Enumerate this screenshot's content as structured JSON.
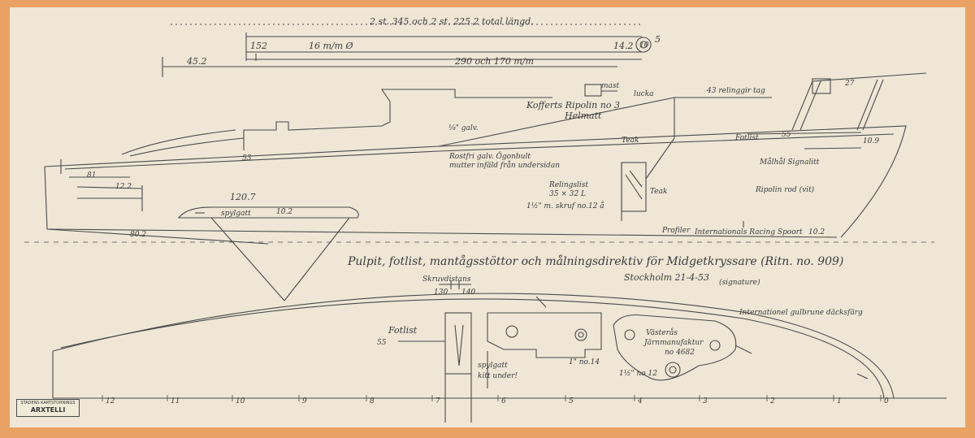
{
  "title": "Pulpit, fotlist, mantågsstöttor och målningsdirektiv för Midgetkryssare (Ritn. no. 909)",
  "place_date": "Stockholm 21-4-53",
  "signature": "(signature)",
  "top": {
    "heading": "2 st. 345 och 2 st. 225.2 total längd.",
    "d152": "152",
    "d16": "16 m/m Ø",
    "d142": "14.2",
    "d10": "10",
    "d5": "5",
    "d452": "45.2",
    "d290": "290 och 170 m/m"
  },
  "profile": {
    "masa": "mast",
    "lucka": "lucka",
    "relinggr": "43 relinggir tag",
    "d27": "27",
    "kofferkita1": "Kofferts Ripolin no 3",
    "kofferkita2": "Helmatt",
    "kopp": "⅛\" galv.",
    "roststand1": "Rostfri galv. Ögonbult",
    "roststand2": "mutter infäld från undersidan",
    "teak1": "Teak",
    "fotlist": "Fotlist",
    "d55a": "55",
    "d109": "10.9",
    "mahal": "Målhål Signalitt",
    "d53": "53",
    "d81": "81",
    "d122": "12.2",
    "d120": "120.7",
    "spylgatt": "spylgatt",
    "d102a": "10.2",
    "d80": "80.2",
    "relingslist1": "Relingslist",
    "relingslist2": "35 × 32 L",
    "relingslist3": "1½\" m. skruf no.12 å",
    "teak2": "Teak",
    "ripolin": "Ripolin rod (vit)",
    "under1": "Profiler",
    "under2": "Internationals Racing Spoort",
    "d102b": "10.2"
  },
  "deck": {
    "skruvdistans": "Skruvdistans",
    "d130": "130",
    "d140": "140",
    "fotlist": "Fotlist",
    "d55": "55",
    "internat": "Internationel gulbrune däcksfärg",
    "spylgatt": "spylgatt",
    "kittunder": "kitt under!",
    "no14": "1\" no.14",
    "no12": "1½\" no 12",
    "vasteras1": "Västerås",
    "vasteras2": "Järnmanufaktur",
    "vasteras3": "no 4682",
    "stations": [
      "12",
      "11",
      "10",
      "9",
      "8",
      "7",
      "6",
      "5",
      "4",
      "3",
      "2",
      "1",
      "0"
    ]
  },
  "stamp": {
    "line1": "STADENS KARTSTORNINGS",
    "line2": "ARXTELLI"
  }
}
